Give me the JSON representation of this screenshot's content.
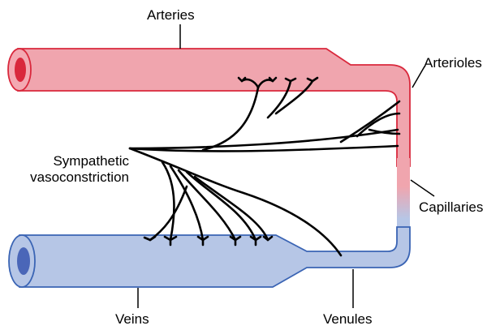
{
  "labels": {
    "arteries": "Arteries",
    "arterioles": "Arterioles",
    "sympathetic_line1": "Sympathetic",
    "sympathetic_line2": "vasoconstriction",
    "capillaries": "Capillaries",
    "veins": "Veins",
    "venules": "Venules"
  },
  "colors": {
    "artery_fill": "#f0a5ae",
    "artery_stroke": "#d9283c",
    "artery_lumen": "#d9283c",
    "vein_fill": "#b6c6e6",
    "vein_stroke": "#3a64b4",
    "vein_lumen": "#4a66b8",
    "nerve": "#000000"
  }
}
